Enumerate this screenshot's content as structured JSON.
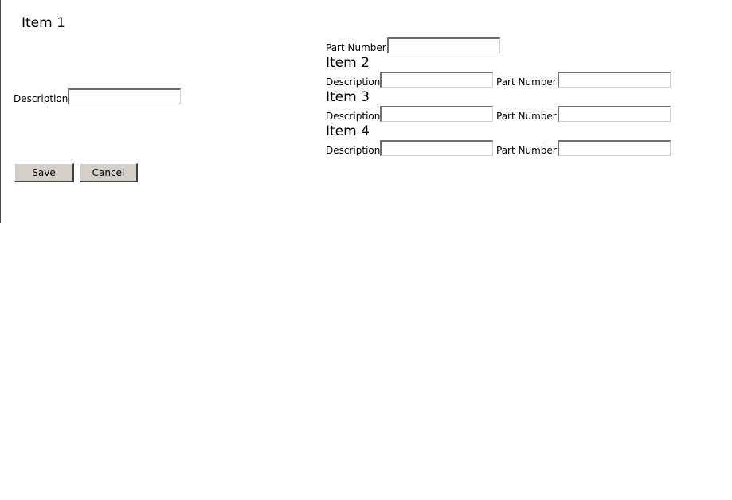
{
  "form": {
    "items": [
      {
        "heading": "Item 1",
        "description_label": "Description",
        "description_value": "",
        "part_number_label": "Part Number",
        "part_number_value": ""
      },
      {
        "heading": "Item 2",
        "description_label": "Description",
        "description_value": "",
        "part_number_label": "Part Number",
        "part_number_value": ""
      },
      {
        "heading": "Item 3",
        "description_label": "Description",
        "description_value": "",
        "part_number_label": "Part Number",
        "part_number_value": ""
      },
      {
        "heading": "Item 4",
        "description_label": "Description",
        "description_value": "",
        "part_number_label": "Part Number",
        "part_number_value": ""
      }
    ]
  },
  "actions": {
    "save_label": "Save",
    "cancel_label": "Cancel"
  },
  "colors": {
    "background": "#ffffff",
    "button_face": "#d4d0c8",
    "field_border_dark": "#707070"
  }
}
